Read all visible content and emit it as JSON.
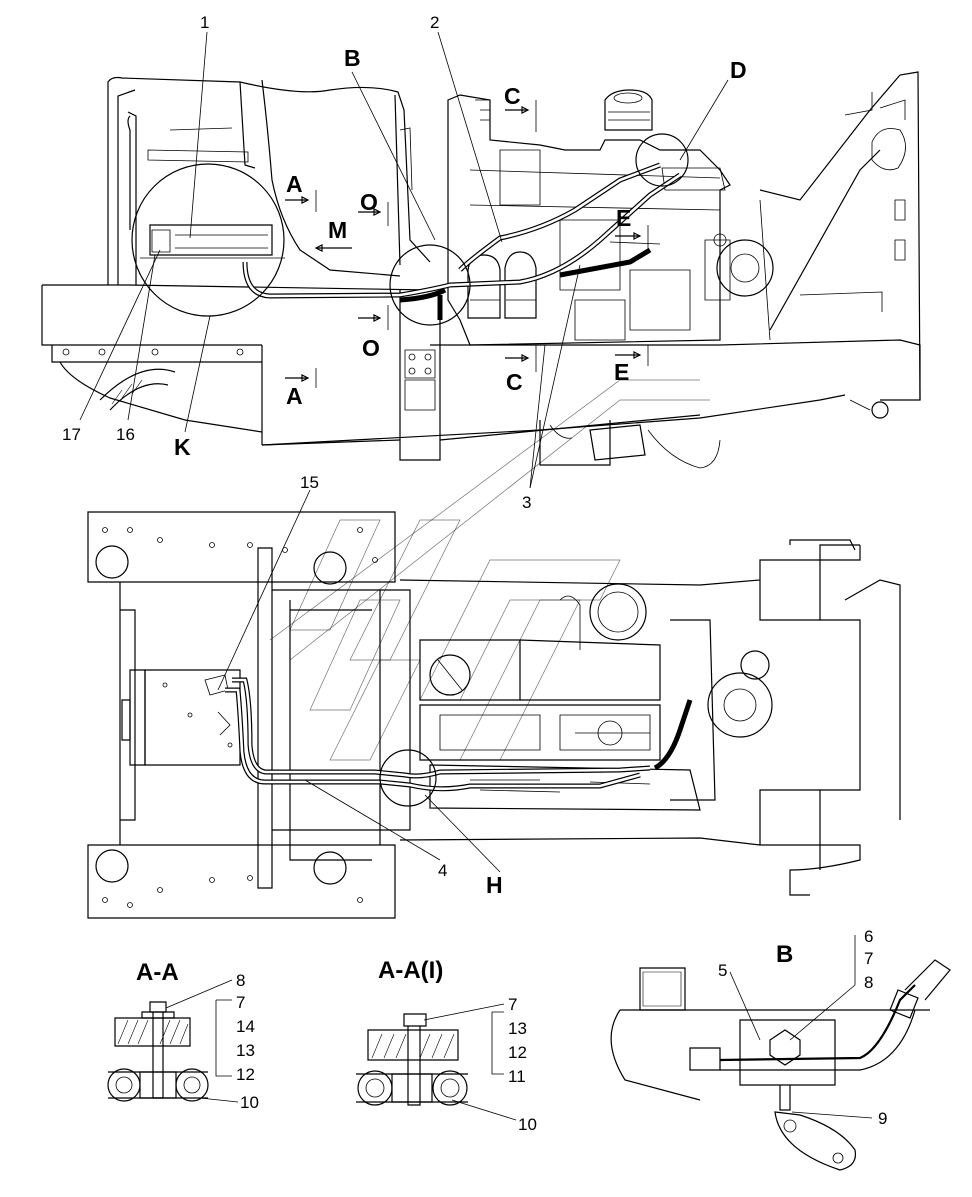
{
  "callouts": {
    "n1": "1",
    "n2": "2",
    "n3": "3",
    "n4": "4",
    "n15": "15",
    "n16": "16",
    "n17": "17",
    "K": "K",
    "H": "H",
    "B": "B",
    "D": "D",
    "M": "M"
  },
  "section_marks": {
    "A_top": "A",
    "A_bottom": "A",
    "C_top": "C",
    "C_bottom": "C",
    "E_top": "E",
    "E_bottom": "E",
    "O_top": "O",
    "O_bottom": "O"
  },
  "detail_aa": {
    "title": "A-A",
    "labels": [
      "8",
      "7",
      "14",
      "13",
      "12",
      "10"
    ]
  },
  "detail_aa1": {
    "title": "A-A(I)",
    "labels": [
      "7",
      "13",
      "12",
      "11",
      "10"
    ]
  },
  "detail_b": {
    "title": "B",
    "labels": [
      "6",
      "7",
      "8",
      "5",
      "9"
    ]
  }
}
